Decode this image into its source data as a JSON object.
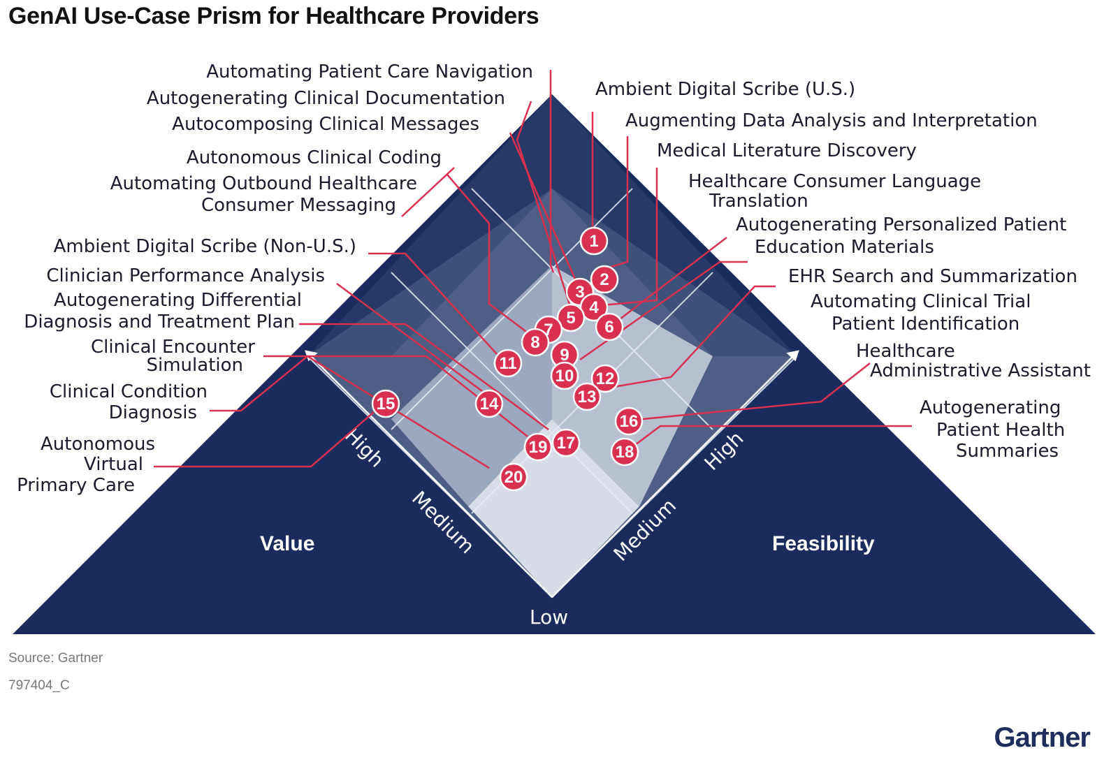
{
  "title": "GenAI Use-Case Prism for Healthcare Providers",
  "axes": {
    "value": "Value",
    "feasibility": "Feasibility",
    "low": "Low",
    "value_levels": [
      "High",
      "Medium"
    ],
    "feasibility_levels": [
      "High",
      "Medium"
    ]
  },
  "use_cases": [
    {
      "id": "1",
      "label": [
        "Ambient Digital Scribe (U.S.)"
      ]
    },
    {
      "id": "2",
      "label": [
        "Augmenting Data Analysis and Interpretation"
      ]
    },
    {
      "id": "3",
      "label": [
        "Autocomposing Clinical Messages"
      ]
    },
    {
      "id": "4",
      "label": [
        "Medical Literature Discovery"
      ]
    },
    {
      "id": "5",
      "label": [
        "Autogenerating Clinical Documentation"
      ]
    },
    {
      "id": "6",
      "label": [
        "Healthcare Consumer Language",
        "Translation"
      ]
    },
    {
      "id": "7",
      "label": [
        "Automating Patient Care Navigation"
      ]
    },
    {
      "id": "8",
      "label": [
        "Autonomous Clinical Coding"
      ]
    },
    {
      "id": "9",
      "label": [
        "Autogenerating Personalized Patient",
        "Education Materials"
      ]
    },
    {
      "id": "10",
      "label": [
        "Automating Outbound Healthcare",
        "Consumer Messaging"
      ]
    },
    {
      "id": "11",
      "label": [
        "Ambient Digital Scribe (Non-U.S.)"
      ]
    },
    {
      "id": "12",
      "label": [
        "EHR Search and Summarization"
      ]
    },
    {
      "id": "13",
      "label": [
        "Automating Clinical Trial",
        "Patient Identification"
      ]
    },
    {
      "id": "14",
      "label": [
        "Clinician Performance Analysis"
      ]
    },
    {
      "id": "15",
      "label": [
        "Autonomous",
        "Virtual",
        "Primary Care"
      ]
    },
    {
      "id": "16",
      "label": [
        "Healthcare",
        "Administrative Assistant"
      ]
    },
    {
      "id": "17",
      "label": [
        "Autogenerating Differential",
        "Diagnosis and Treatment Plan"
      ]
    },
    {
      "id": "18",
      "label": [
        "Autogenerating",
        "Patient Health",
        "Summaries"
      ]
    },
    {
      "id": "19",
      "label": [
        "Clinical Encounter",
        "Simulation"
      ]
    },
    {
      "id": "20",
      "label": [
        "Clinical Condition",
        "Diagnosis"
      ]
    }
  ],
  "source": "Source: Gartner",
  "doc_code": "797404_C",
  "brand": "Gartner",
  "colors": {
    "triangle": "#1a2b5e",
    "zone_high": "#5b6d8f",
    "zone_med": "#9aa7bd",
    "zone_low": "#d7dce6",
    "zone_top": "#3b4f76",
    "marker": "#d9304f",
    "leader": "#d9304f"
  }
}
